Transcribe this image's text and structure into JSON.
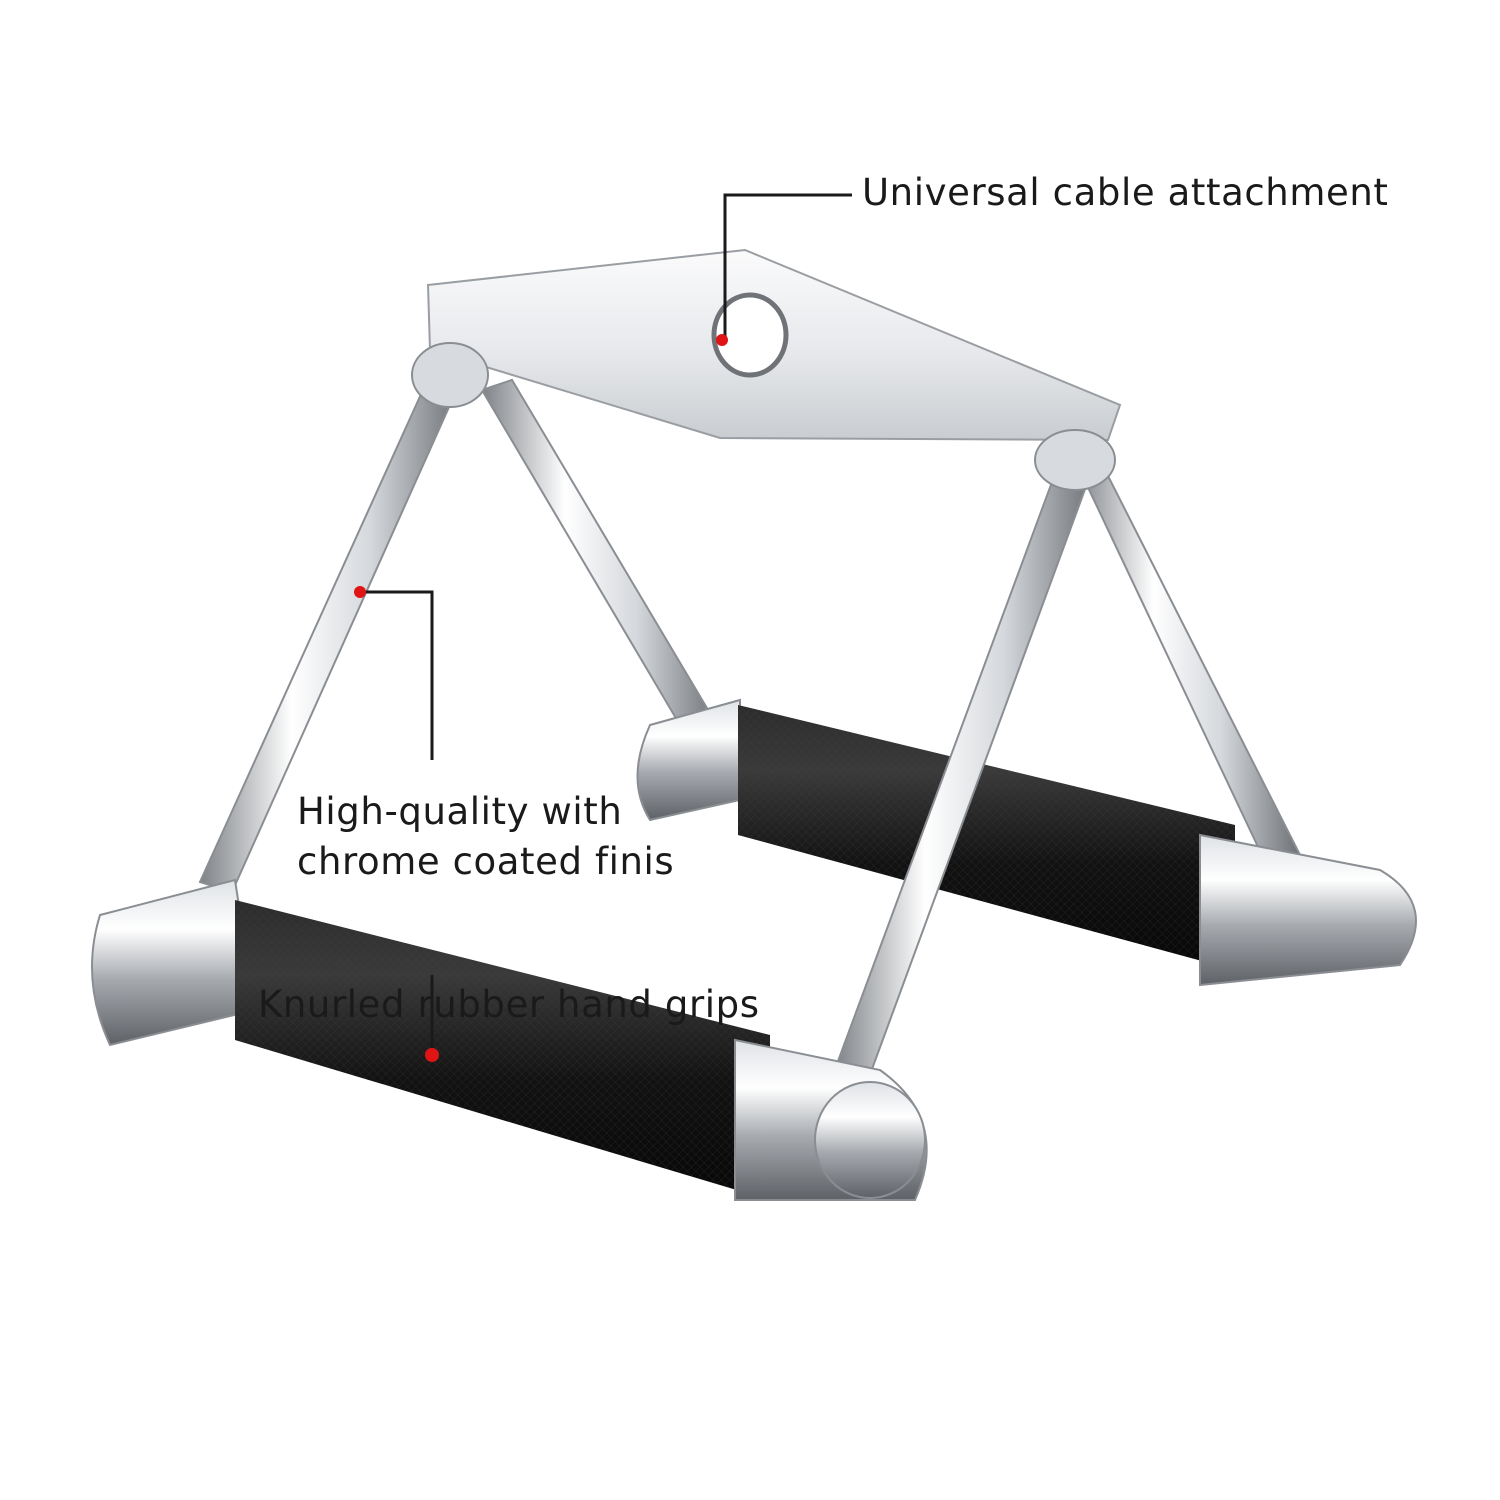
{
  "colors": {
    "background": "#ffffff",
    "chrome_light": "#f2f3f5",
    "chrome_dark": "#8d9196",
    "grip": "#141414",
    "marker": "#e01414",
    "text": "#1a1a1a"
  },
  "callouts": {
    "cable_attachment": "Universal cable attachment",
    "finish_line1": "High-quality with",
    "finish_line2": "chrome coated finis",
    "grips": "Knurled rubber hand grips"
  }
}
